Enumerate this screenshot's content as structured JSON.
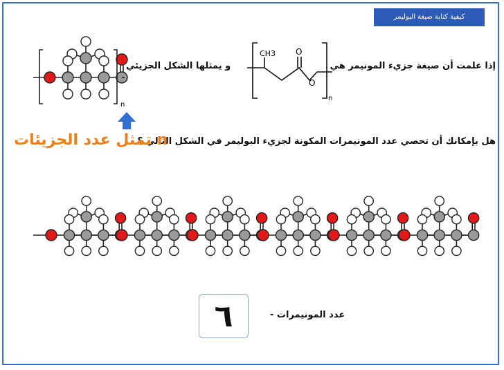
{
  "header": {
    "title": "كيفية كتابة صيغة البوليمر"
  },
  "texts": {
    "formula_intro": "إذا علمت أن صيغة جزيء المونيمر هي",
    "shape_intro": "و يمثلها الشكل الجزيئي",
    "question": "هل بإمكانك أن تحصي عدد المونيمرات المكونة لجزيء البوليمر في الشكل التالي ؟",
    "n_meaning": "n تمثل عدد الجزيئات",
    "count_label": "عدد المونيمرات -",
    "answer": "٦"
  },
  "formula": {
    "methyl": "CH3",
    "oxygen_top": "O",
    "oxygen_chain": "O",
    "subscript": "n"
  },
  "monomer_subscript": "n",
  "colors": {
    "oxygen": "#e11919",
    "carbon": "#9a9a9a",
    "hydrogen": "#ffffff",
    "accent": "#2f6fd6",
    "n_label": "#f07d16"
  },
  "chain": {
    "monomer_count": 6
  }
}
